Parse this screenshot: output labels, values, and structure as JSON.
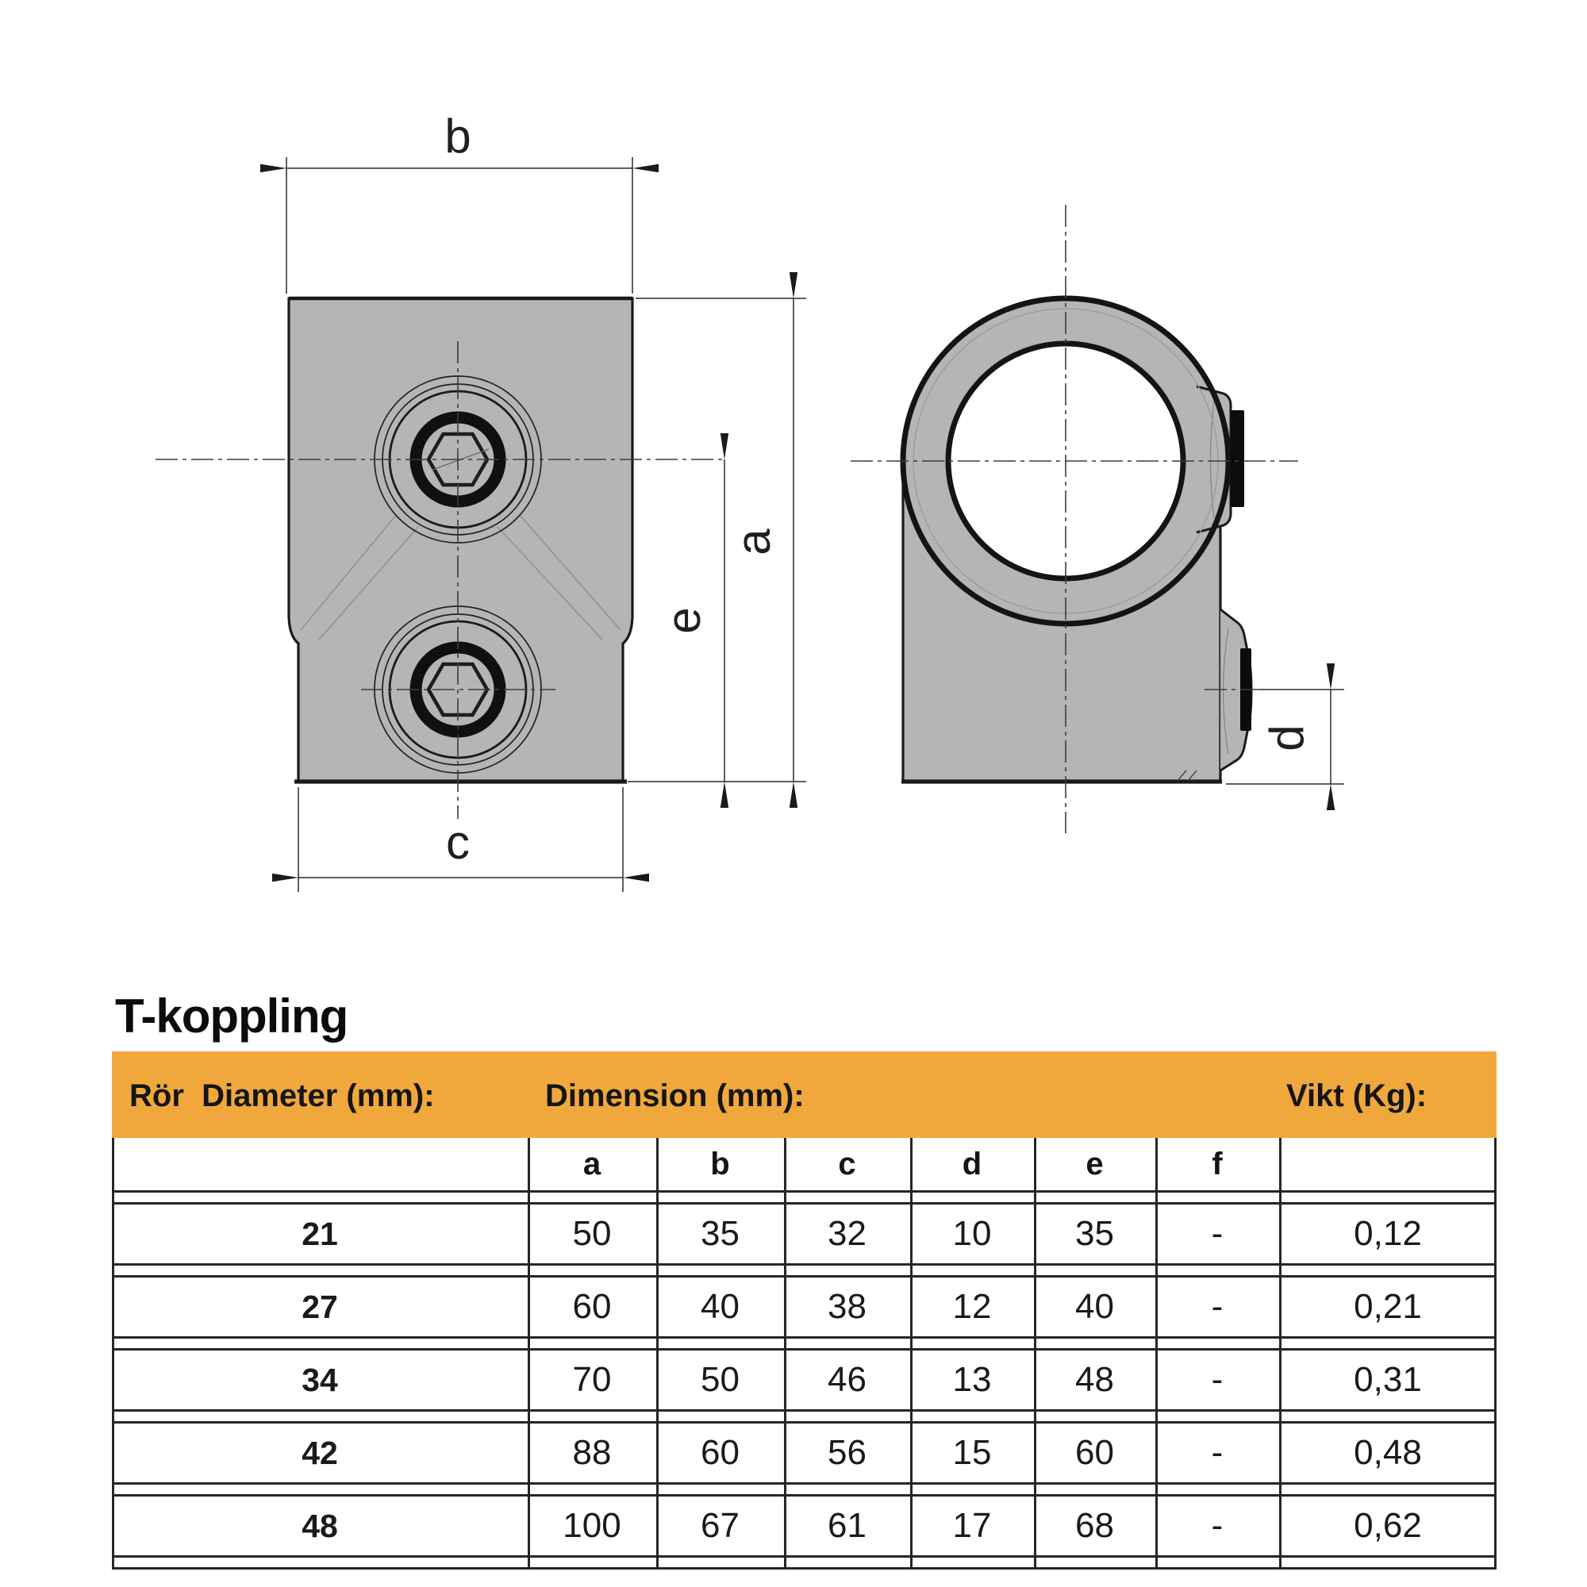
{
  "drawing": {
    "labels": {
      "b": "b",
      "a": "a",
      "e": "e",
      "c": "c",
      "d": "d"
    }
  },
  "table": {
    "title": "T-koppling",
    "band": {
      "col_diameter": "Rör  Diameter (mm):",
      "col_dimension": "Dimension (mm):",
      "col_weight": "Vikt (Kg):"
    },
    "subheaders": [
      "a",
      "b",
      "c",
      "d",
      "e",
      "f"
    ],
    "rows": [
      {
        "diameter": "21",
        "a": "50",
        "b": "35",
        "c": "32",
        "d": "10",
        "e": "35",
        "f": "-",
        "weight": "0,12"
      },
      {
        "diameter": "27",
        "a": "60",
        "b": "40",
        "c": "38",
        "d": "12",
        "e": "40",
        "f": "-",
        "weight": "0,21"
      },
      {
        "diameter": "34",
        "a": "70",
        "b": "50",
        "c": "46",
        "d": "13",
        "e": "48",
        "f": "-",
        "weight": "0,31"
      },
      {
        "diameter": "42",
        "a": "88",
        "b": "60",
        "c": "56",
        "d": "15",
        "e": "60",
        "f": "-",
        "weight": "0,48"
      },
      {
        "diameter": "48",
        "a": "100",
        "b": "67",
        "c": "61",
        "d": "17",
        "e": "68",
        "f": "-",
        "weight": "0,62"
      }
    ]
  },
  "colors": {
    "accent_orange": "#F0A83C",
    "part_gray": "#B5B5B5",
    "line_dark": "#1A1A1A"
  }
}
